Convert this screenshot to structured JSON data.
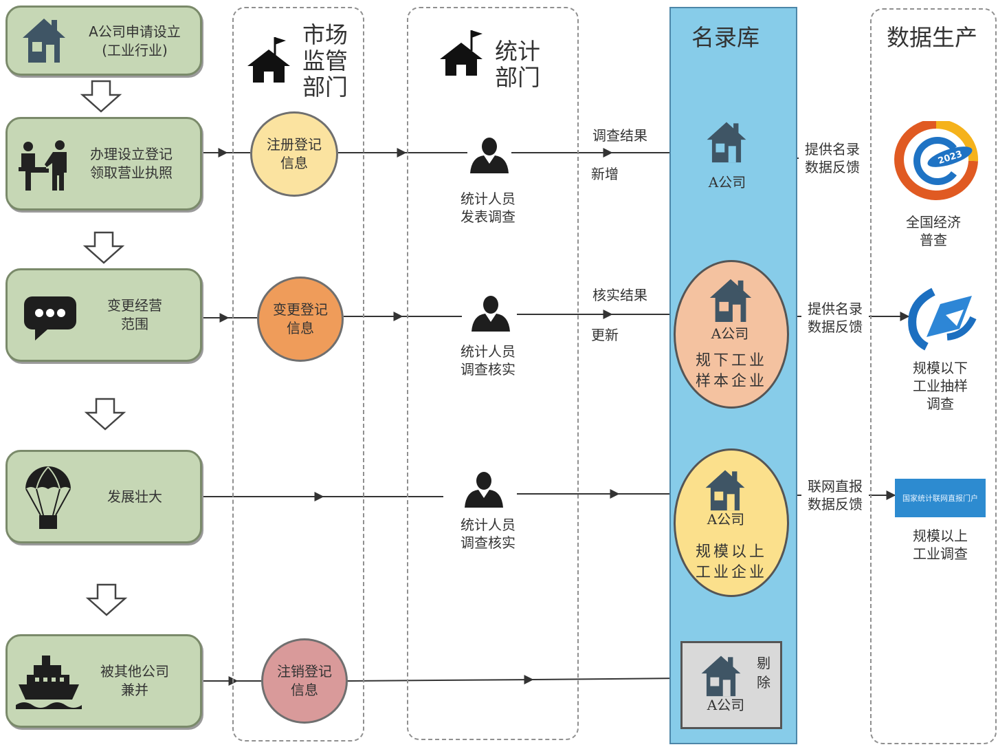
{
  "lanes": {
    "market": "市场\n监管\n部门",
    "stats": "统计\n部门",
    "registry": "名录库",
    "production": "数据生产"
  },
  "stages": [
    {
      "label": "A公司申请设立\n(工业行业)",
      "icon": "house-icon"
    },
    {
      "label": "办理设立登记\n领取营业执照",
      "icon": "handshake-icon"
    },
    {
      "label": "变更经营\n范围",
      "icon": "speech-bubble-icon"
    },
    {
      "label": "发展壮大",
      "icon": "parachute-icon"
    },
    {
      "label": "被其他公司\n兼并",
      "icon": "ship-icon"
    }
  ],
  "market_circles": [
    {
      "label": "注册登记\n信息",
      "color": "#fbe3a0"
    },
    {
      "label": "变更登记\n信息",
      "color": "#ef9c5a"
    },
    {
      "label": "注销登记\n信息",
      "color": "#d99a9a"
    }
  ],
  "stats_people": [
    {
      "label": "统计人员\n发表调查"
    },
    {
      "label": "统计人员\n调查核实"
    },
    {
      "label": "统计人员\n调查核实"
    }
  ],
  "flow_labels": {
    "row1_top": "调查结果",
    "row1_bottom": "新增",
    "row2_top": "核实结果",
    "row2_bottom": "更新"
  },
  "registry": {
    "company": "A公司",
    "ellipse1": "规下工业\n样本企业",
    "ellipse2": "规模以上\n工业企业",
    "removed": "剔\n除",
    "colors": {
      "ellipse1": "#f4c2a0",
      "ellipse2": "#fbe08c",
      "removed": "#d9d9d9"
    }
  },
  "feedback_labels": [
    "提供名录\n数据反馈",
    "提供名录\n数据反馈",
    "联网直报\n数据反馈"
  ],
  "production": [
    {
      "label": "全国经济\n普查",
      "icon": "census-logo-icon"
    },
    {
      "label": "规模以下\n工业抽样\n调查",
      "icon": "survey-logo-icon"
    },
    {
      "label": "规模以上\n工业调查",
      "icon": "portal-banner-icon"
    }
  ],
  "census_logo_text": "2023",
  "portal_text": "国家统计联网直报门户"
}
